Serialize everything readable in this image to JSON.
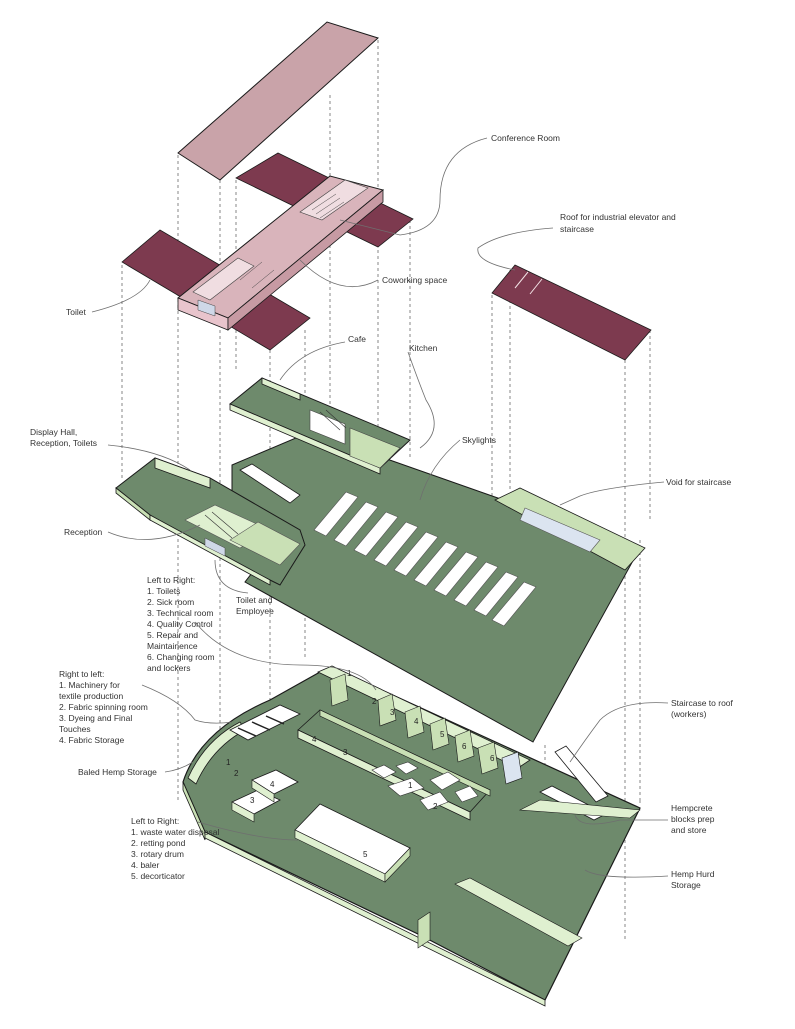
{
  "colors": {
    "roof_light": "#c9a3a9",
    "roof_dark": "#7d3a4f",
    "floor_green": "#6e8a6c",
    "wall_light": "#dff0d0",
    "wall_mid": "#c9e0b5",
    "pink_wall": "#e8c4cc",
    "skylight": "#ffffff",
    "outline": "#1a1a1a",
    "leader": "#6f6f6f",
    "text": "#333333"
  },
  "labels": {
    "conference_room": "Conference Room",
    "roof_elevator_1": "Roof for industrial elevator and",
    "roof_elevator_2": "staircase",
    "coworking": "Coworking space",
    "toilet": "Toilet",
    "cafe": "Cafe",
    "kitchen": "Kitchen",
    "display_1": "Display Hall,",
    "display_2": "Reception, Toilets",
    "skylights": "Skylights",
    "void_staircase": "Void for staircase",
    "reception": "Reception",
    "toilet_employee_1": "Toilet and",
    "toilet_employee_2": "Employee",
    "ltr_mid_head": "Left to Right:",
    "ltr_mid_1": "1. Toilets",
    "ltr_mid_2": "2. Sick room",
    "ltr_mid_3": "3. Technical room",
    "ltr_mid_4": "4. Quality Control",
    "ltr_mid_5a": "5. Repair and",
    "ltr_mid_5b": "Maintainence",
    "ltr_mid_6a": "6. Changing room",
    "ltr_mid_6b": "and lockers",
    "rtl_head": "Right to left:",
    "rtl_1a": "1. Machinery for",
    "rtl_1b": "textile production",
    "rtl_2": "2. Fabric spinning room",
    "rtl_3a": "3. Dyeing and Final",
    "rtl_3b": "Touches",
    "rtl_4": "4. Fabric Storage",
    "staircase_roof_1": "Staircase to roof",
    "staircase_roof_2": "(workers)",
    "baled_hemp": "Baled Hemp Storage",
    "ltr_low_head": "Left to Right:",
    "ltr_low_1": "1. waste water disposal",
    "ltr_low_2": "2. retting pond",
    "ltr_low_3": "3. rotary drum",
    "ltr_low_4": "4. baler",
    "ltr_low_5": "5. decorticator",
    "hempcrete_1": "Hempcrete",
    "hempcrete_2": "blocks prep",
    "hempcrete_3": "and store",
    "hurd_1": "Hemp Hurd",
    "hurd_2": "Storage"
  },
  "room_numbers": {
    "n1": "1",
    "n2": "2",
    "n3": "3",
    "n4": "4",
    "n5": "5",
    "n6": "6"
  }
}
